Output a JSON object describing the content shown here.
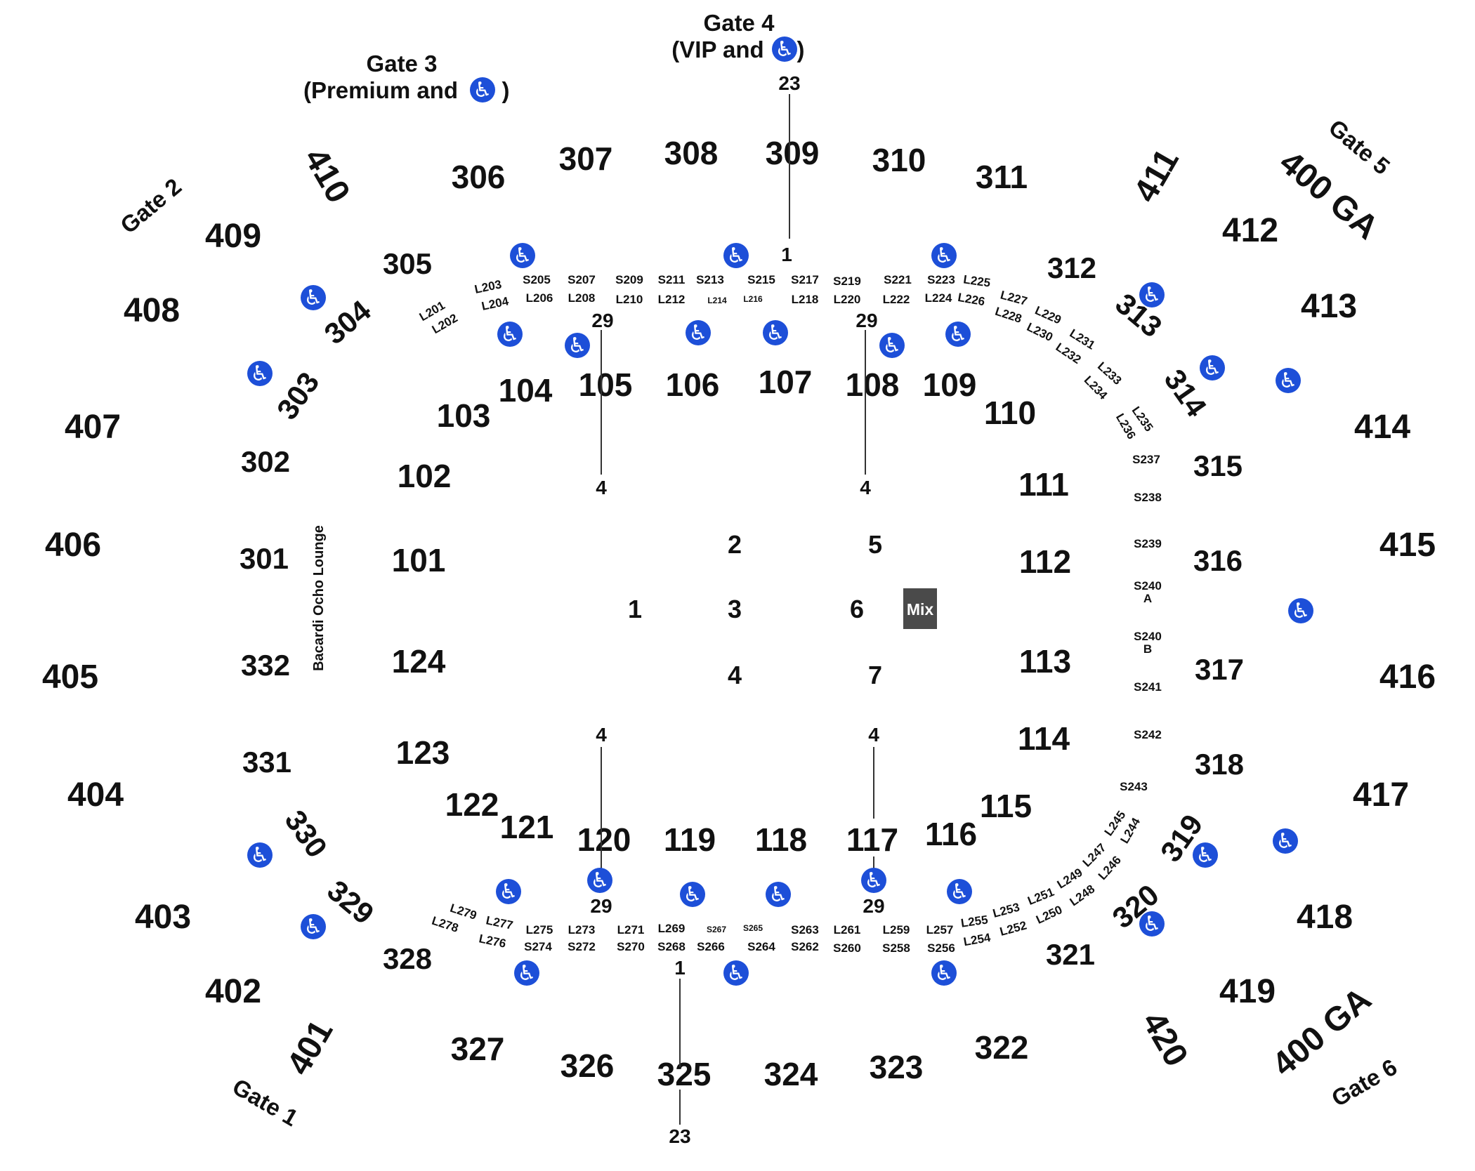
{
  "gates": {
    "gate1": "Gate 1",
    "gate2": "Gate 2",
    "gate3_name": "Gate 3",
    "gate3_sub": "(Premium and",
    "gate4_name": "Gate 4",
    "gate4_sub": "(VIP and",
    "gate5": "Gate 5",
    "gate6": "Gate 6",
    "paren_close": ")"
  },
  "upper_400": {
    "s401": "401",
    "s402": "402",
    "s403": "403",
    "s404": "404",
    "s405": "405",
    "s406": "406",
    "s407": "407",
    "s408": "408",
    "s409": "409",
    "s410": "410",
    "s411": "411",
    "s412": "412",
    "s413": "413",
    "s414": "414",
    "s415": "415",
    "s416": "416",
    "s417": "417",
    "s418": "418",
    "s419": "419",
    "s420": "420",
    "ga_top": "400 GA",
    "ga_bottom": "400 GA"
  },
  "level_300": {
    "s301": "301",
    "s302": "302",
    "s303": "303",
    "s304": "304",
    "s305": "305",
    "s306": "306",
    "s307": "307",
    "s308": "308",
    "s309": "309",
    "s310": "310",
    "s311": "311",
    "s312": "312",
    "s313": "313",
    "s314": "314",
    "s315": "315",
    "s316": "316",
    "s317": "317",
    "s318": "318",
    "s319": "319",
    "s320": "320",
    "s321": "321",
    "s322": "322",
    "s323": "323",
    "s324": "324",
    "s325": "325",
    "s326": "326",
    "s327": "327",
    "s328": "328",
    "s329": "329",
    "s330": "330",
    "s331": "331",
    "s332": "332"
  },
  "lower_100": {
    "s101": "101",
    "s102": "102",
    "s103": "103",
    "s104": "104",
    "s105": "105",
    "s106": "106",
    "s107": "107",
    "s108": "108",
    "s109": "109",
    "s110": "110",
    "s111": "111",
    "s112": "112",
    "s113": "113",
    "s114": "114",
    "s115": "115",
    "s116": "116",
    "s117": "117",
    "s118": "118",
    "s119": "119",
    "s120": "120",
    "s121": "121",
    "s122": "122",
    "s123": "123",
    "s124": "124"
  },
  "suites_top": {
    "S205": "S205",
    "S207": "S207",
    "S209": "S209",
    "S211": "S211",
    "S213": "S213",
    "S215": "S215",
    "S217": "S217",
    "S219": "S219",
    "S221": "S221",
    "S223": "S223"
  },
  "loges_top": {
    "L201": "L201",
    "L202": "L202",
    "L203": "L203",
    "L204": "L204",
    "L206": "L206",
    "L208": "L208",
    "L210": "L210",
    "L212": "L212",
    "L214": "L214",
    "L216": "L216",
    "L218": "L218",
    "L220": "L220",
    "L222": "L222",
    "L224": "L224",
    "L225": "L225",
    "L226": "L226",
    "L227": "L227",
    "L228": "L228",
    "L229": "L229",
    "L230": "L230",
    "L231": "L231",
    "L232": "L232",
    "L233": "L233",
    "L234": "L234",
    "L235": "L235",
    "L236": "L236"
  },
  "suites_right": {
    "S237": "S237",
    "S238": "S238",
    "S239": "S239",
    "S240a": "S240",
    "S240a_suffix": "A",
    "S240b": "S240",
    "S240b_suffix": "B",
    "S241": "S241",
    "S242": "S242",
    "S243": "S243"
  },
  "loges_bottom": {
    "L244": "L244",
    "L245": "L245",
    "L246": "L246",
    "L247": "L247",
    "L248": "L248",
    "L249": "L249",
    "L250": "L250",
    "L251": "L251",
    "L252": "L252",
    "L253": "L253",
    "L254": "L254",
    "L255": "L255",
    "L257": "L257",
    "L259": "L259",
    "L261": "L261",
    "L269": "L269",
    "L271": "L271",
    "L273": "L273",
    "L275": "L275",
    "L276": "L276",
    "L277": "L277",
    "L278": "L278",
    "L279": "L279"
  },
  "suites_bottom": {
    "S256": "S256",
    "S258": "S258",
    "S260": "S260",
    "S262": "S262",
    "S263": "S263",
    "S264": "S264",
    "S265": "S265",
    "S266": "S266",
    "S267": "S267",
    "S268": "S268",
    "S270": "S270",
    "S272": "S272",
    "S274": "S274"
  },
  "rows": {
    "top_center_high": "23",
    "top_center_low": "1",
    "top_left_row": "29",
    "top_right_row": "29",
    "top_left_floor": "4",
    "top_right_floor": "4",
    "bottom_left_floor": "4",
    "bottom_right_floor": "4",
    "bottom_left_row": "29",
    "bottom_right_row": "29",
    "bottom_center_low": "1",
    "bottom_center_high": "23"
  },
  "floor": {
    "f1": "1",
    "f2": "2",
    "f3": "3",
    "f4": "4",
    "f5": "5",
    "f6": "6",
    "f7": "7",
    "mix": "Mix"
  },
  "lounge": "Bacardi Ocho Lounge",
  "accessibility_glyph": "♿",
  "colors": {
    "accessible": "#1d4fd8",
    "mix_box": "#4a4a4a"
  },
  "icons": [
    "wheelchair-icon"
  ]
}
